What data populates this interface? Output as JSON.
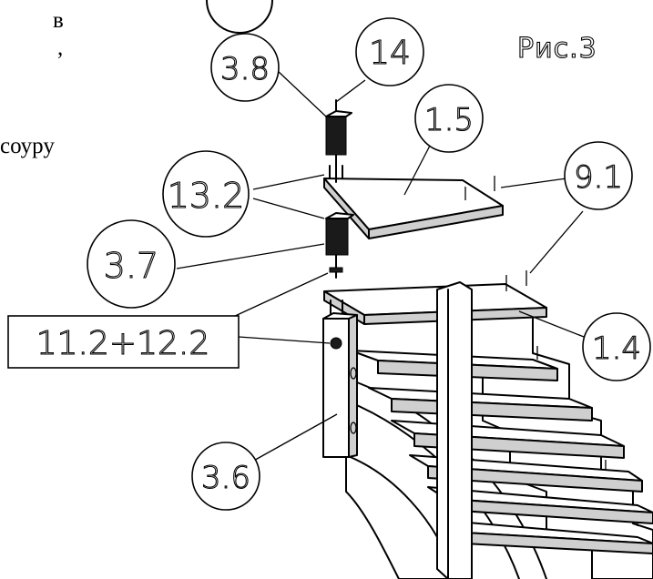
{
  "figure_label": "Рис.3",
  "text_fragments": {
    "line1": "в",
    "line2": ",",
    "line3": "соуру"
  },
  "callouts": {
    "c14": "14",
    "c38": "3.8",
    "c15": "1.5",
    "c132": "13.2",
    "c91": "9.1",
    "c37": "3.7",
    "c14b": "1.4",
    "c36": "3.6"
  },
  "box_label": "11.2+12.2"
}
